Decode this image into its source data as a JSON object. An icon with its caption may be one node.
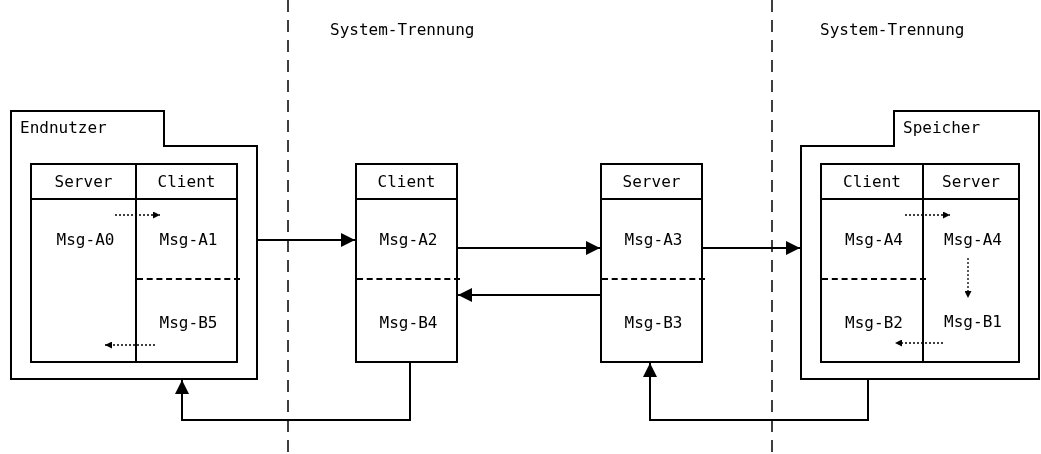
{
  "diagram": {
    "nodes": [
      {
        "text": [
          "Endnutzer"
        ]
      },
      {
        "text": [
          "Server"
        ],
        "in": 0
      },
      {
        "text": [
          "Msg-A0"
        ],
        "in": 1
      },
      {
        "text": [
          "Client"
        ],
        "in": 0
      },
      {
        "text": [
          "Msg-A1"
        ],
        "in": 3
      },
      {
        "text": [
          "Msg-B5"
        ],
        "in": 3
      },
      {
        "text": [
          "Client"
        ]
      },
      {
        "text": [
          "Msg-A2"
        ],
        "in": 6
      },
      {
        "text": [
          "Msg-B4"
        ],
        "in": 6
      },
      {
        "text": [
          "Server"
        ]
      },
      {
        "text": [
          "Msg-A3"
        ],
        "in": 9
      },
      {
        "text": [
          "Msg-B3"
        ],
        "in": 9
      },
      {
        "text": [
          "Speicher"
        ]
      },
      {
        "text": [
          "Client"
        ],
        "in": 12
      },
      {
        "text": [
          "Msg-A4"
        ],
        "in": 13
      },
      {
        "text": [
          "Msg-B2"
        ],
        "in": 13
      },
      {
        "text": [
          "Server"
        ],
        "in": 12
      },
      {
        "text": [
          "Msg-A4"
        ],
        "in": 16
      },
      {
        "text": [
          "Msg-B1"
        ],
        "in": 16
      }
    ],
    "edges": [
      {
        "from": 0,
        "to": 7,
        "arrow": "to"
      },
      {
        "from": 7,
        "to": 10,
        "arrow": "to"
      },
      {
        "from": 10,
        "to": 12,
        "arrow": "to"
      },
      {
        "from": 11,
        "to": 8,
        "arrow": "to"
      },
      {
        "from": 8,
        "to": 0,
        "arrow": "to"
      },
      {
        "from": 12,
        "to": 11,
        "arrow": "to"
      },
      {
        "from": 2,
        "to": 4,
        "arrow": "to",
        "style": "dashed"
      },
      {
        "from": 5,
        "to": 1,
        "arrow": "to",
        "style": "dashed"
      },
      {
        "from": 14,
        "to": 17,
        "arrow": "to",
        "style": "dashed"
      },
      {
        "from": 17,
        "to": 18,
        "arrow": "to",
        "style": "dashed"
      },
      {
        "from": 18,
        "to": 15,
        "arrow": "to",
        "style": "dashed"
      }
    ],
    "labels": [
      "System-Trennung",
      "System-Trennung"
    ]
  }
}
